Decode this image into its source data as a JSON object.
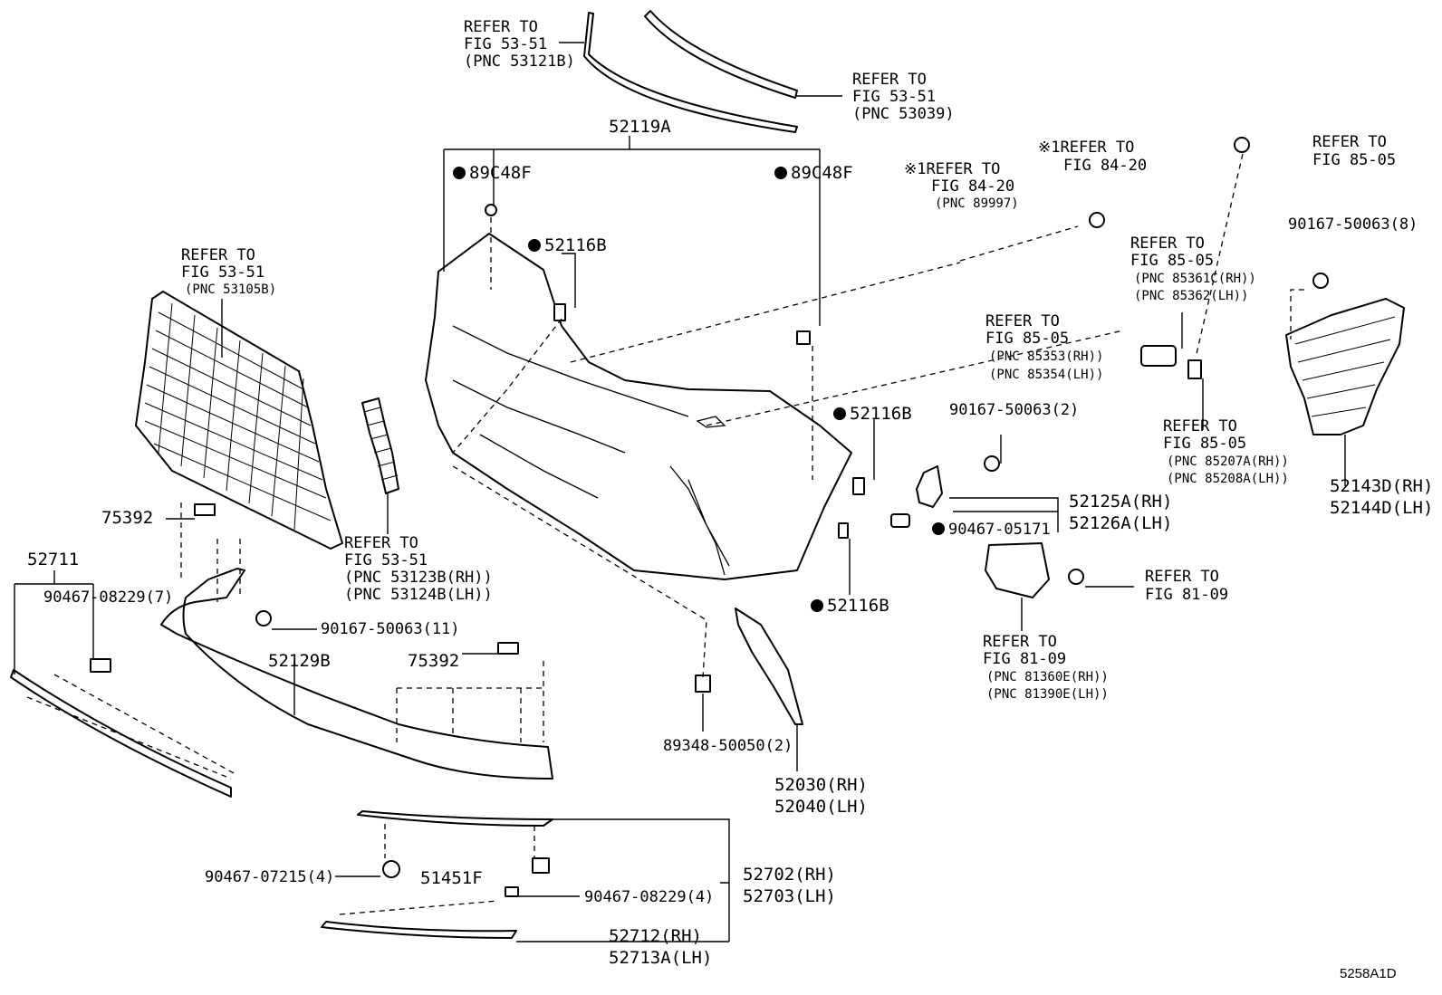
{
  "diagram_id": "5258A1D",
  "callouts": [
    {
      "id": "c1",
      "lines": [
        "REFER TO",
        "FIG 53-51",
        "(PNC 53121B)"
      ]
    },
    {
      "id": "c2",
      "lines": [
        "REFER TO",
        "FIG 53-51",
        "(PNC 53039)"
      ]
    },
    {
      "id": "c3",
      "lines": [
        "52119A"
      ]
    },
    {
      "id": "c4",
      "lines": [
        "89C48F"
      ]
    },
    {
      "id": "c5",
      "lines": [
        "89C48F"
      ]
    },
    {
      "id": "c6",
      "lines": [
        "52116B"
      ]
    },
    {
      "id": "c7",
      "lines": [
        "※1REFER TO",
        "FIG 84-20",
        "(PNC 89997)"
      ]
    },
    {
      "id": "c8",
      "lines": [
        "※1REFER TO",
        "FIG 84-20"
      ]
    },
    {
      "id": "c9",
      "lines": [
        "REFER TO",
        "FIG 85-05"
      ]
    },
    {
      "id": "c10",
      "lines": [
        "REFER TO",
        "FIG 53-51",
        "(PNC 53105B)"
      ]
    },
    {
      "id": "c11",
      "lines": [
        "REFER TO",
        "FIG 85-05",
        "(PNC 85361C(RH))",
        "(PNC 85362(LH))"
      ]
    },
    {
      "id": "c12",
      "lines": [
        "90167-50063(8)"
      ]
    },
    {
      "id": "c13",
      "lines": [
        "REFER TO",
        "FIG 85-05",
        "(PNC 85353(RH))",
        "(PNC 85354(LH))"
      ]
    },
    {
      "id": "c14",
      "lines": [
        "52116B"
      ]
    },
    {
      "id": "c15",
      "lines": [
        "90167-50063(2)"
      ]
    },
    {
      "id": "c16",
      "lines": [
        "REFER TO",
        "FIG 85-05",
        "(PNC 85207A(RH))",
        "(PNC 85208A(LH))"
      ]
    },
    {
      "id": "c17",
      "lines": [
        "52143D(RH)",
        "52144D(LH)"
      ]
    },
    {
      "id": "c18",
      "lines": [
        "52125A(RH)",
        "52126A(LH)"
      ]
    },
    {
      "id": "c19",
      "lines": [
        "90467-05171"
      ]
    },
    {
      "id": "c20",
      "lines": [
        "75392"
      ]
    },
    {
      "id": "c21",
      "lines": [
        "REFER TO",
        "FIG 53-51",
        "(PNC 53123B(RH))",
        "(PNC 53124B(LH))"
      ]
    },
    {
      "id": "c22",
      "lines": [
        "52711"
      ]
    },
    {
      "id": "c23",
      "lines": [
        "90467-08229(7)"
      ]
    },
    {
      "id": "c24",
      "lines": [
        "90167-50063(11)"
      ]
    },
    {
      "id": "c25",
      "lines": [
        "52116B"
      ]
    },
    {
      "id": "c26",
      "lines": [
        "REFER TO",
        "FIG 81-09"
      ]
    },
    {
      "id": "c27",
      "lines": [
        "52129B"
      ]
    },
    {
      "id": "c28",
      "lines": [
        "75392"
      ]
    },
    {
      "id": "c29",
      "lines": [
        "REFER TO",
        "FIG 81-09",
        "(PNC 81360E(RH))",
        "(PNC 81390E(LH))"
      ]
    },
    {
      "id": "c30",
      "lines": [
        "89348-50050(2)"
      ]
    },
    {
      "id": "c31",
      "lines": [
        "52030(RH)",
        "52040(LH)"
      ]
    },
    {
      "id": "c32",
      "lines": [
        "52702(RH)",
        "52703(LH)"
      ]
    },
    {
      "id": "c33",
      "lines": [
        "90467-07215(4)"
      ]
    },
    {
      "id": "c34",
      "lines": [
        "51451F"
      ]
    },
    {
      "id": "c35",
      "lines": [
        "90467-08229(4)"
      ]
    },
    {
      "id": "c36",
      "lines": [
        "52712(RH)",
        "52713A(LH)"
      ]
    }
  ]
}
